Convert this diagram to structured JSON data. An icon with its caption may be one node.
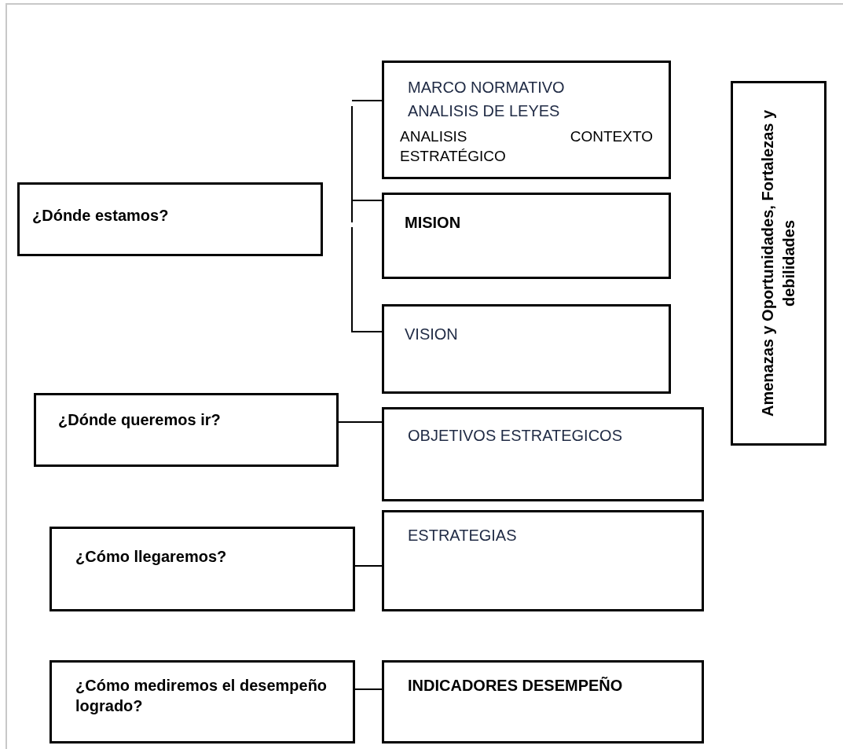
{
  "diagram": {
    "nodes": [
      {
        "text": [
          "¿Dónde estamos?"
        ]
      },
      {
        "text": [
          "MARCO NORMATIVO",
          "ANALISIS DE LEYES",
          "ANALISIS CONTEXTO ESTRATÉGICO"
        ]
      },
      {
        "text": [
          "MISION"
        ]
      },
      {
        "text": [
          "VISION"
        ]
      },
      {
        "text": [
          "Amenazas y Oportunidades, Fortalezas y debilidades"
        ]
      },
      {
        "text": [
          "¿Dónde queremos ir?"
        ]
      },
      {
        "text": [
          "OBJETIVOS ESTRATEGICOS"
        ]
      },
      {
        "text": [
          "¿Cómo llegaremos?"
        ]
      },
      {
        "text": [
          "ESTRATEGIAS"
        ]
      },
      {
        "text": [
          "¿Cómo mediremos el desempeño logrado?"
        ]
      },
      {
        "text": [
          "INDICADORES DESEMPEÑO"
        ]
      }
    ],
    "edges": [
      {
        "from": 5,
        "to": 6,
        "arrow": "none"
      },
      {
        "from": 7,
        "to": 8,
        "arrow": "none"
      },
      {
        "from": 9,
        "to": 10,
        "arrow": "none"
      }
    ]
  }
}
